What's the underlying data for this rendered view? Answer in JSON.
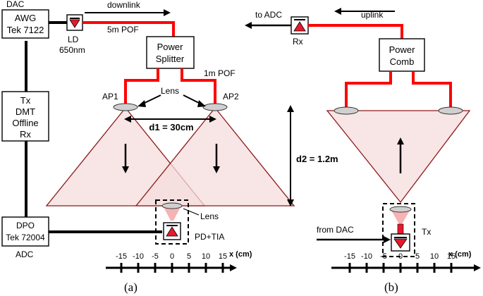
{
  "labels": {
    "dac": "DAC",
    "awg_line1": "AWG",
    "awg_line2": "Tek 7122",
    "ld_line1": "LD",
    "ld_line2": "650nm",
    "downlink": "downlink",
    "pof_5m": "5m POF",
    "splitter_line1": "Power",
    "splitter_line2": "Splitter",
    "pof_1m": "1m POF",
    "ap1": "AP1",
    "ap2": "AP2",
    "lens_top": "Lens",
    "d1": "d1 = 30cm",
    "d2": "d2 = 1.2m",
    "tx_line1": "Tx",
    "tx_line2": "DMT",
    "tx_line3": "Offline",
    "tx_line4": "Rx",
    "dpo_line1": "DPO",
    "dpo_line2": "Tek 72004",
    "adc": "ADC",
    "lens_rx": "Lens",
    "pd_tia": "PD+TIA",
    "caption_a": "(a)",
    "to_adc": "to ADC",
    "rx": "Rx",
    "uplink": "uplink",
    "comb_line1": "Power",
    "comb_line2": "Comb",
    "from_dac": "from DAC",
    "tx_b": "Tx",
    "caption_b": "(b)"
  },
  "axis": {
    "ticks": [
      "-15",
      "-10",
      "-5",
      "0",
      "5",
      "10",
      "15"
    ],
    "unit": "x (cm)"
  },
  "colors": {
    "fiber": "#ff0000",
    "beam_fill": "#f6dcdc",
    "beam_stroke": "#8b1a1a",
    "device_red": "#e8192c",
    "lens": "#d0d0d0",
    "lens_glow": "#f4a6a6"
  }
}
